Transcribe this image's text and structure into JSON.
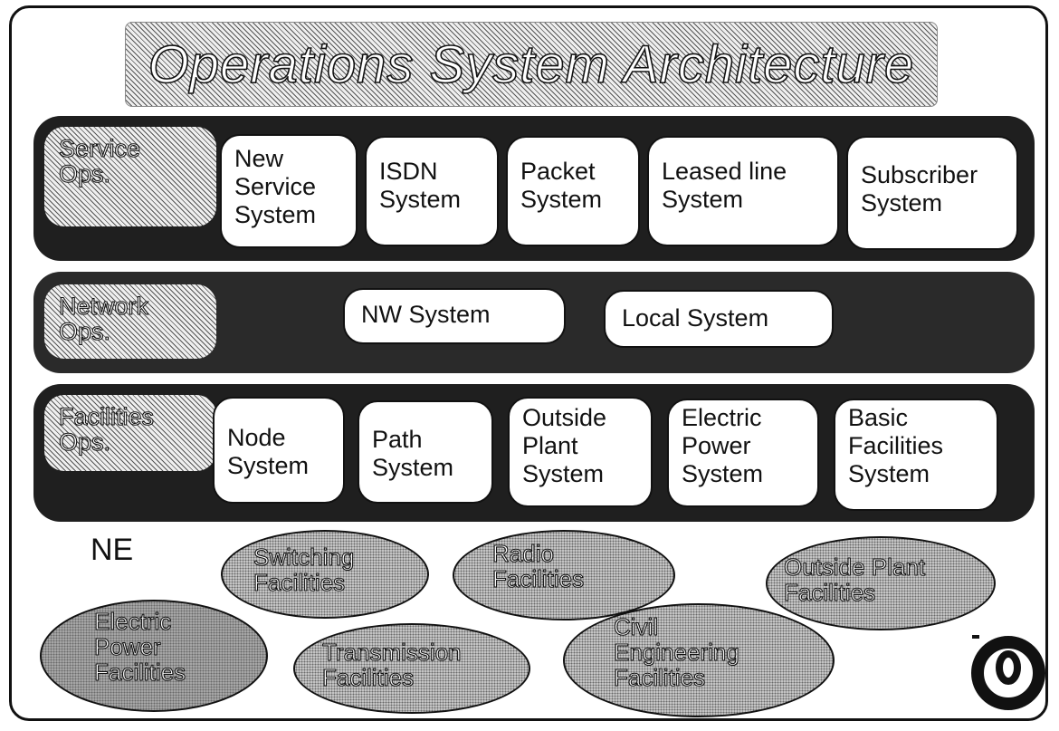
{
  "title": "Operations System Architecture",
  "service_ops": {
    "label": "Service\nOps.",
    "systems": [
      "New\nService\nSystem",
      "ISDN\nSystem",
      "Packet\nSystem",
      "Leased line\nSystem",
      "Subscriber\nSystem"
    ]
  },
  "network_ops": {
    "label": "Network\nOps.",
    "systems": [
      "NW System",
      "Local System"
    ]
  },
  "facilities_ops": {
    "label": "Facilities\nOps.",
    "systems": [
      "Node\nSystem",
      "Path\nSystem",
      "Outside\nPlant\nSystem",
      "Electric\nPower\nSystem",
      "Basic\nFacilities\nSystem"
    ]
  },
  "ne": {
    "label": "NE",
    "facilities": [
      "Switching\nFacilities",
      "Radio\nFacilities",
      "Outside Plant\nFacilities",
      "Electric\nPower\nFacilities",
      "Transmission\nFacilities",
      "Civil\nEngineering\nFacilities"
    ]
  }
}
